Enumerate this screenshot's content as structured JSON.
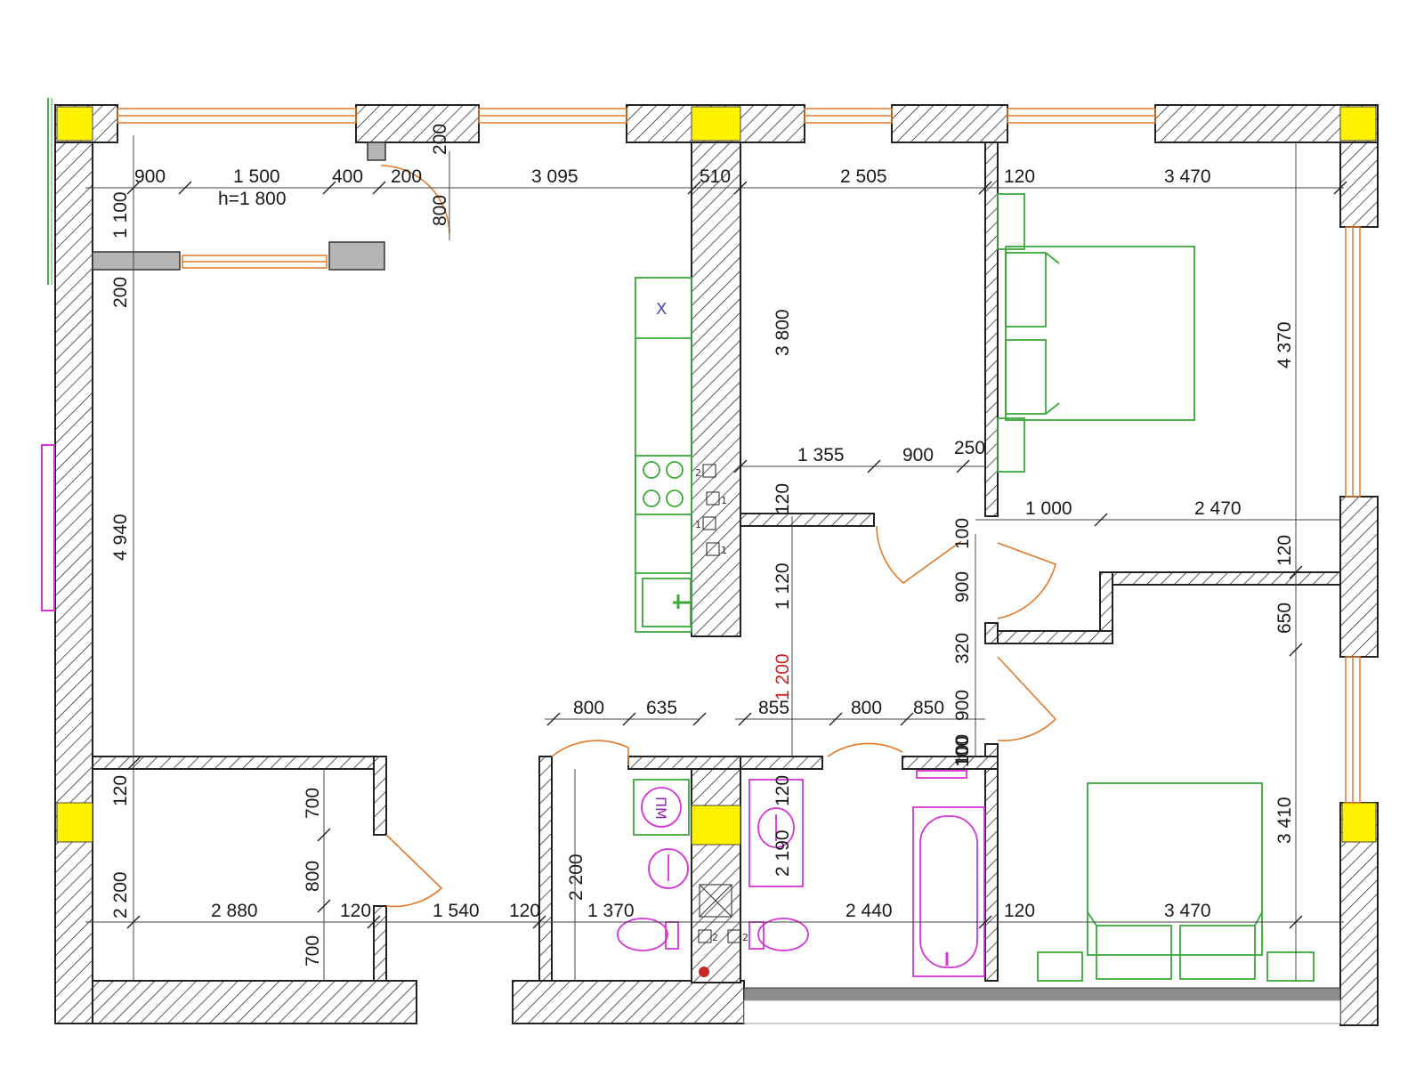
{
  "drawing": {
    "window_height_label": "h=1 800",
    "top_dimensions": [
      "900",
      "1 500",
      "400",
      "200",
      "3 095",
      "510",
      "2 505",
      "120",
      "3 470"
    ],
    "balcony_dimensions": {
      "door_height": "200",
      "door_width": "800",
      "depth": "1 100",
      "wall": "200"
    },
    "left_vertical": "4 940",
    "kitchen_wall_height": "3 800",
    "middle_row": [
      "1 355",
      "900",
      "250"
    ],
    "middle_right_row": [
      "1 000",
      "2 470"
    ],
    "small_vertical": [
      "120",
      "1 120",
      "100",
      "900",
      "320",
      "900",
      "100"
    ],
    "red_dimension": "1 200",
    "right_vertical": [
      "4 370",
      "120",
      "650",
      "3 410"
    ],
    "door_row": [
      "800",
      "635",
      "855",
      "800",
      "850"
    ],
    "storage_vertical": [
      "120",
      "2 200",
      "700",
      "800",
      "700"
    ],
    "bathroom_vertical": [
      "2 200",
      "120",
      "2 190",
      "100"
    ],
    "bottom_dimensions": [
      "2 880",
      "120",
      "1 540",
      "120",
      "1 370",
      "2 440",
      "120",
      "3 470"
    ],
    "washer_label": "ПМ",
    "stove_marks": [
      "2",
      "1",
      "1",
      "1"
    ],
    "extractor_mark": "X",
    "meter_marks": [
      "2",
      "2"
    ]
  }
}
